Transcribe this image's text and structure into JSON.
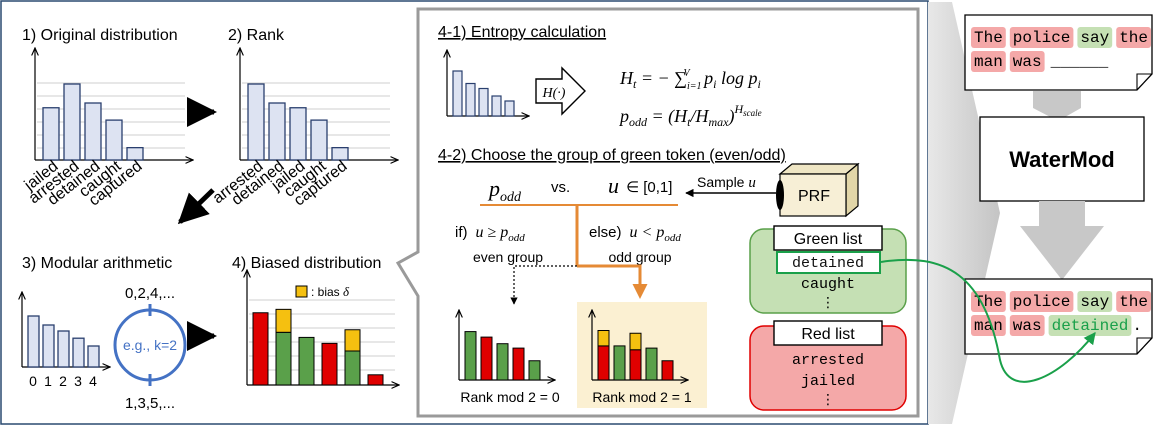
{
  "panel1": {
    "title": "1) Original distribution",
    "categories": [
      "jailed",
      "arrested",
      "detained",
      "caught",
      "captured"
    ],
    "values": [
      0.55,
      0.8,
      0.6,
      0.42,
      0.13
    ]
  },
  "panel2": {
    "title": "2) Rank",
    "categories": [
      "arrested",
      "detained",
      "jailed",
      "caught",
      "captured"
    ],
    "values": [
      0.8,
      0.6,
      0.55,
      0.42,
      0.13
    ]
  },
  "panel3": {
    "title": "3) Modular arithmetic",
    "x_ticks": [
      "0",
      "1",
      "2",
      "3",
      "4"
    ],
    "values": [
      0.85,
      0.7,
      0.6,
      0.48,
      0.35
    ],
    "circle_label": "e.g., k=2",
    "top_label": "0,2,4,...",
    "bottom_label": "1,3,5,..."
  },
  "panel4": {
    "title": "4) Biased distribution",
    "legend_label": ": bias",
    "legend_symbol": "δ",
    "bars": [
      {
        "color": "red",
        "base": 0.85,
        "bias": 0
      },
      {
        "color": "green",
        "base": 0.62,
        "bias": 0.27
      },
      {
        "color": "green",
        "base": 0.56,
        "bias": 0
      },
      {
        "color": "red",
        "base": 0.49,
        "bias": 0
      },
      {
        "color": "green",
        "base": 0.4,
        "bias": 0.25
      },
      {
        "color": "red",
        "base": 0.12,
        "bias": 0
      }
    ]
  },
  "entropy": {
    "title": "4-1) Entropy calculation",
    "func_label": "H(·)",
    "mini_values": [
      0.9,
      0.65,
      0.55,
      0.4,
      0.3
    ]
  },
  "choose": {
    "title": "4-2) Choose the group of green token (even/odd)",
    "p_label": "p",
    "p_sub": "odd",
    "vs_label": "vs.",
    "u_label": "u",
    "u_range": "∈ [0,1]",
    "sample_label": "Sample",
    "prf_label": "PRF",
    "if_label": "if)",
    "if_condition": "u ≥ p",
    "if_sub": "odd",
    "even_group": "even group",
    "else_label": "else)",
    "else_condition": "u < p",
    "else_sub": "odd",
    "odd_group": "odd group",
    "rank_even": "Rank mod 2 = 0",
    "rank_odd": "Rank mod 2 = 1",
    "even_bars": [
      {
        "color": "green",
        "base": 0.88,
        "bias": 0
      },
      {
        "color": "red",
        "base": 0.78,
        "bias": 0
      },
      {
        "color": "green",
        "base": 0.66,
        "bias": 0
      },
      {
        "color": "red",
        "base": 0.58,
        "bias": 0
      },
      {
        "color": "green",
        "base": 0.35,
        "bias": 0
      }
    ],
    "odd_bars": [
      {
        "color": "red",
        "base": 0.62,
        "bias": 0.28
      },
      {
        "color": "green",
        "base": 0.62,
        "bias": 0
      },
      {
        "color": "red",
        "base": 0.55,
        "bias": 0.3
      },
      {
        "color": "green",
        "base": 0.58,
        "bias": 0
      },
      {
        "color": "red",
        "base": 0.35,
        "bias": 0
      }
    ]
  },
  "green_list": {
    "title": "Green list",
    "items": [
      "detained",
      "caught",
      "⋮"
    ]
  },
  "red_list": {
    "title": "Red list",
    "items": [
      "arrested",
      "jailed",
      "⋮"
    ]
  },
  "watermod_label": "WaterMod",
  "sentence_top": {
    "line1": [
      {
        "text": "The",
        "color": "red"
      },
      {
        "text": "police",
        "color": "red"
      },
      {
        "text": "say",
        "color": "green"
      },
      {
        "text": "the",
        "color": "red"
      }
    ],
    "line2": [
      {
        "text": "man",
        "color": "red"
      },
      {
        "text": "was",
        "color": "red"
      }
    ],
    "blank": "______"
  },
  "sentence_bottom": {
    "line1": [
      {
        "text": "The",
        "color": "red"
      },
      {
        "text": "police",
        "color": "red"
      },
      {
        "text": "say",
        "color": "green"
      },
      {
        "text": "the",
        "color": "red"
      }
    ],
    "line2": [
      {
        "text": "man",
        "color": "red"
      },
      {
        "text": "was",
        "color": "red"
      }
    ],
    "new_token": "detained",
    "period": "."
  },
  "colors": {
    "bar_fill": "#dde3f2",
    "bar_stroke": "#2a3f6e",
    "red": "#e00000",
    "green": "#5aa04a",
    "bias": "#f5c010",
    "orange": "#e58a35",
    "green_token_bg": "#c5e0b4",
    "red_token_bg": "#f4a8a8",
    "arrow_grey": "#cccccc"
  }
}
